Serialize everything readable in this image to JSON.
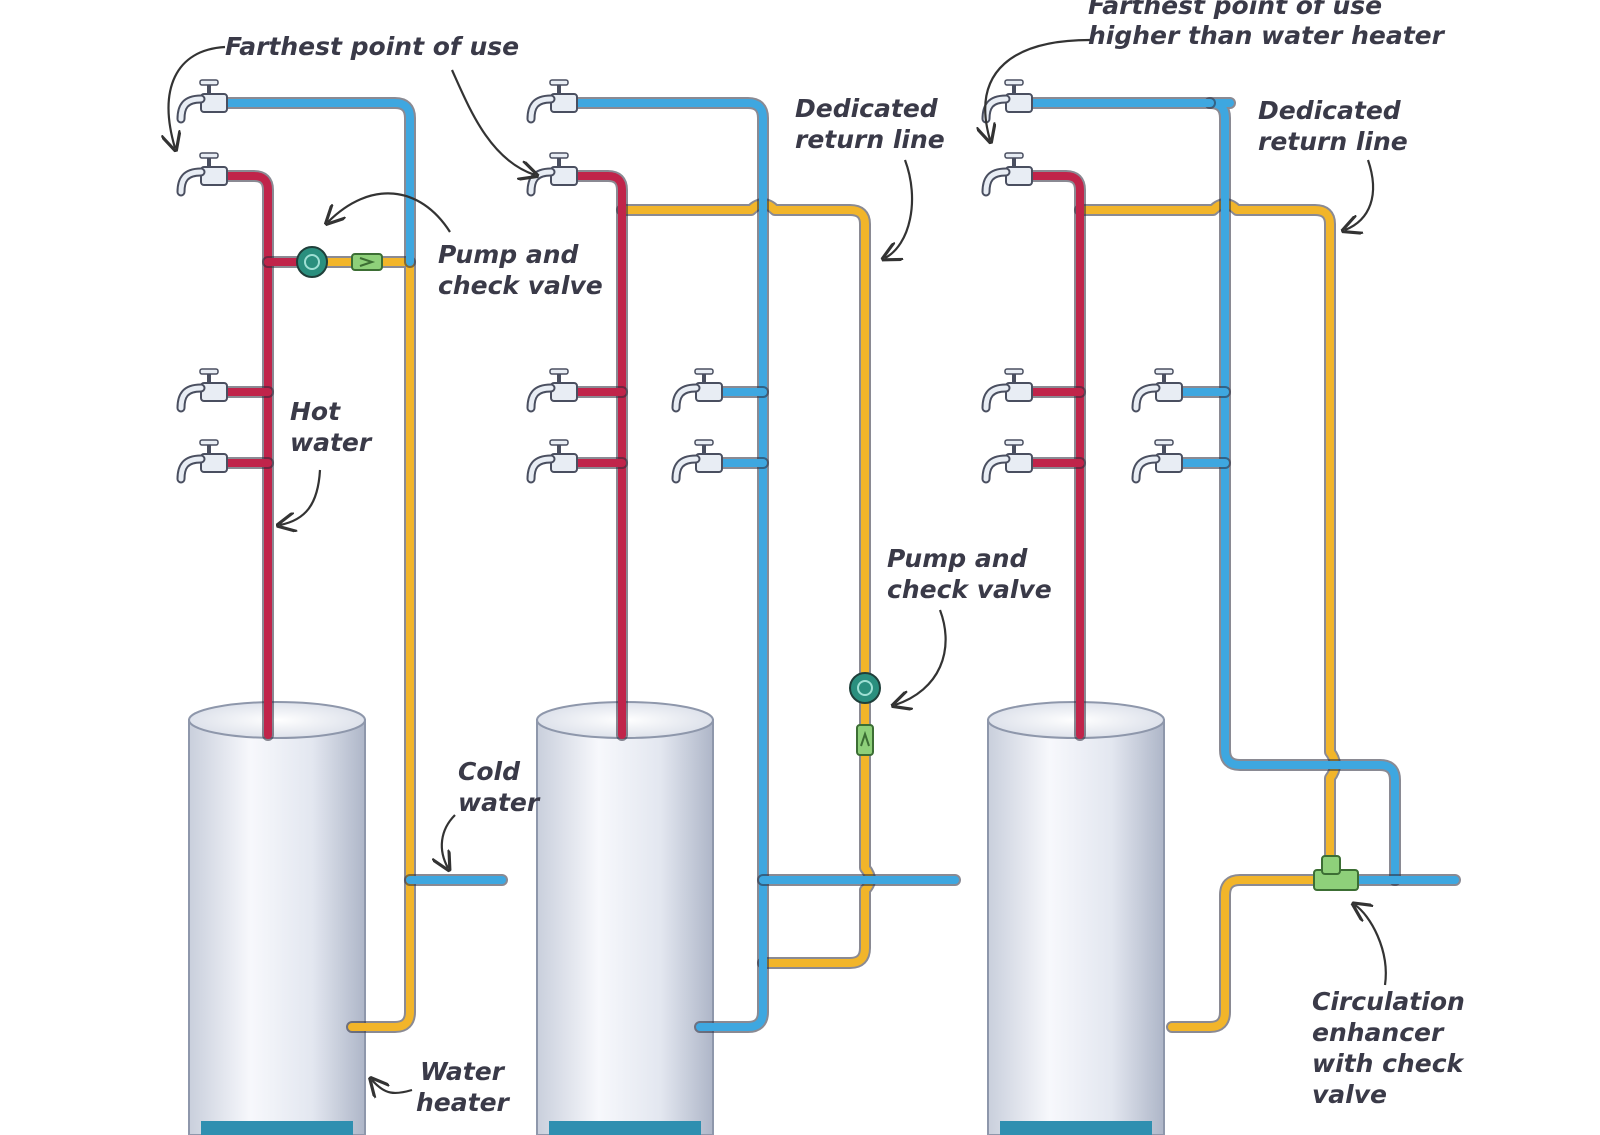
{
  "colors": {
    "hot": "#c0244a",
    "cold": "#3ea7e0",
    "return": "#f2b52a",
    "heater_body": "#eef1f7",
    "heater_base": "#2f8fb0",
    "pump": "#2a8f7e",
    "valve": "#8ed07a",
    "faucet": "#e8edf4"
  },
  "icons": [
    "faucet-icon",
    "pump-icon",
    "check-valve-icon",
    "water-heater-icon"
  ],
  "panels": [
    {
      "labels": {
        "farthest": "Farthest point of use",
        "pump_line1": "Pump and",
        "pump_line2": "check valve",
        "hot_line1": "Hot",
        "hot_line2": "water",
        "cold_line1": "Cold",
        "cold_line2": "water",
        "heater_line1": "Water",
        "heater_line2": "heater"
      }
    },
    {
      "labels": {
        "return_line1": "Dedicated",
        "return_line2": "return line",
        "pump_line1": "Pump and",
        "pump_line2": "check valve"
      }
    },
    {
      "labels": {
        "farthest_line1": "Farthest point of use",
        "farthest_line2": "higher than water heater",
        "return_line1": "Dedicated",
        "return_line2": "return line",
        "enhancer_line1": "Circulation",
        "enhancer_line2": "enhancer",
        "enhancer_line3": "with check",
        "enhancer_line4": "valve"
      }
    }
  ]
}
